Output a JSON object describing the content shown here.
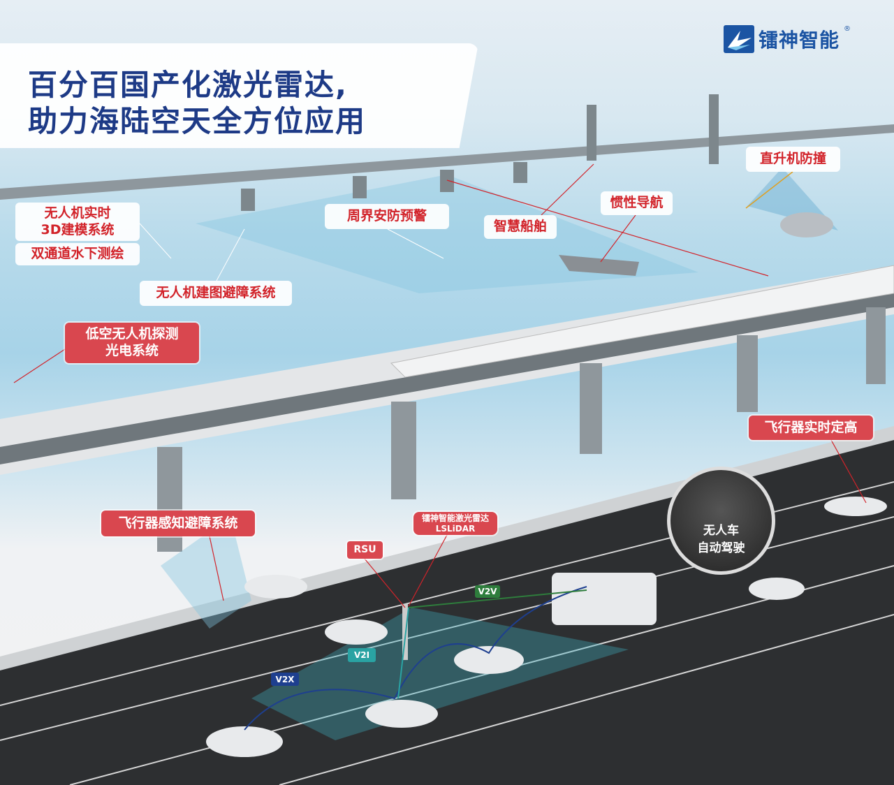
{
  "title": {
    "line1": "百分百国产化激光雷达,",
    "line2": "助力海陆空天全方位应用"
  },
  "logo": {
    "text": "镭神智能",
    "registered": "®",
    "brand_color": "#1b54a3"
  },
  "labels": {
    "drone_3d_modeling": {
      "line1": "无人机实时",
      "line2": "3D建模系统"
    },
    "underwater_mapping": "双通道水下测绘",
    "perimeter_warning": "周界安防预警",
    "drone_mapping_avoidance": "无人机建图避障系统",
    "smart_ship": "智慧船舶",
    "inertial_navigation": "惯性导航",
    "helicopter_anticollision": "直升机防撞",
    "low_altitude_detection": {
      "line1": "低空无人机探测",
      "line2": "光电系统"
    },
    "aircraft_altitude": "飞行器实时定高",
    "aircraft_avoidance": "飞行器感知避障系统",
    "lslidar": {
      "line1": "镭神智能激光雷达",
      "line2": "LSLiDAR"
    },
    "rsu": "RSU",
    "autonomous_car": {
      "line1": "无人车",
      "line2": "自动驾驶"
    },
    "v2v": "V2V",
    "v2i": "V2I",
    "v2x": "V2X"
  },
  "colors": {
    "title": "#1d3a86",
    "label_red": "#d9474f",
    "v2v": "#2e7d3c",
    "v2i": "#2aa3a3",
    "v2x": "#1e3f8f"
  }
}
